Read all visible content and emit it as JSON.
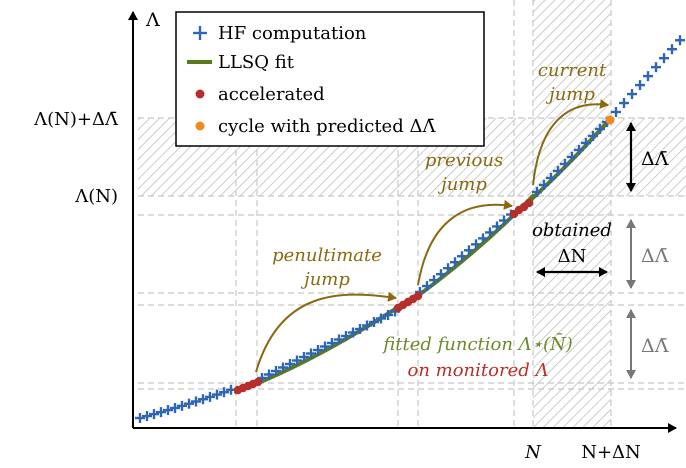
{
  "axis": {
    "y_label": "Λ",
    "y_tick_top": "Λ(N)+ΔΛ̄",
    "y_tick_mid": "Λ(N)",
    "x_tick_n": "N",
    "x_tick_n_plus": "N+ΔN"
  },
  "legend": {
    "hf": "HF computation",
    "llsq": "LLSQ fit",
    "accelerated": "accelerated",
    "predicted": "cycle with predicted ΔΛ̄"
  },
  "annotations": {
    "current_1": "current",
    "current_2": "jump",
    "previous_1": "previous",
    "previous_2": "jump",
    "penultimate_1": "penultimate",
    "penultimate_2": "jump",
    "obtained_1": "obtained",
    "obtained_2": "ΔN",
    "delta_black": "ΔΛ̄",
    "delta_gray_1": "ΔΛ̄",
    "delta_gray_2": "ΔΛ̄",
    "fitted": "fitted function Λ⋆(N̄)",
    "monitored": "on monitored Λ"
  },
  "colors": {
    "hf": "#2f66b3",
    "llsq": "#5b7a1e",
    "accelerated": "#b5302c",
    "predicted": "#f08a1c",
    "jump_arrow": "#8a6a10",
    "fitted_text": "#6d8a2a",
    "monitored_text": "#b8302a",
    "hatch": "#b8b8b8",
    "dashed": "#c8c8c8",
    "gray_arrow": "#777777"
  }
}
